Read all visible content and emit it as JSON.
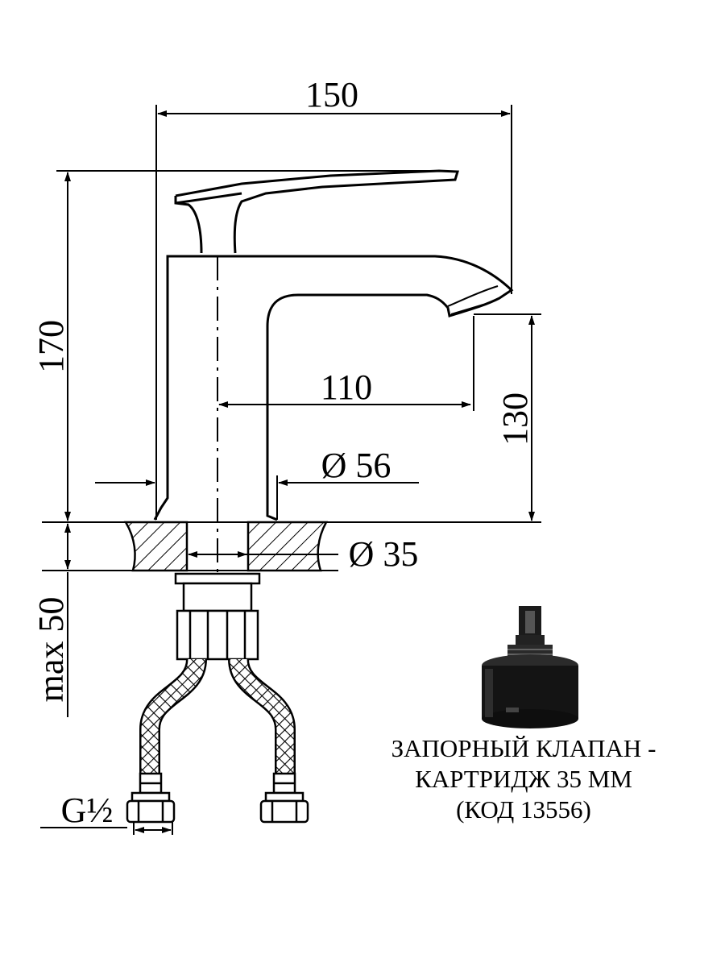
{
  "dimensions": {
    "overall_width": "150",
    "overall_height": "170",
    "spout_reach": "110",
    "spout_height": "130",
    "base_diameter": "Ø 56",
    "hole_diameter": "Ø 35",
    "max_mount": "max 50",
    "thread": "G½"
  },
  "cartridge": {
    "line1": "ЗАПОРНЫЙ КЛАПАН -",
    "line2": "КАРТРИДЖ 35 ММ",
    "line3": "(КОД 13556)"
  },
  "colors": {
    "line": "#000000",
    "background": "#ffffff",
    "cartridge_body": "#141414"
  }
}
